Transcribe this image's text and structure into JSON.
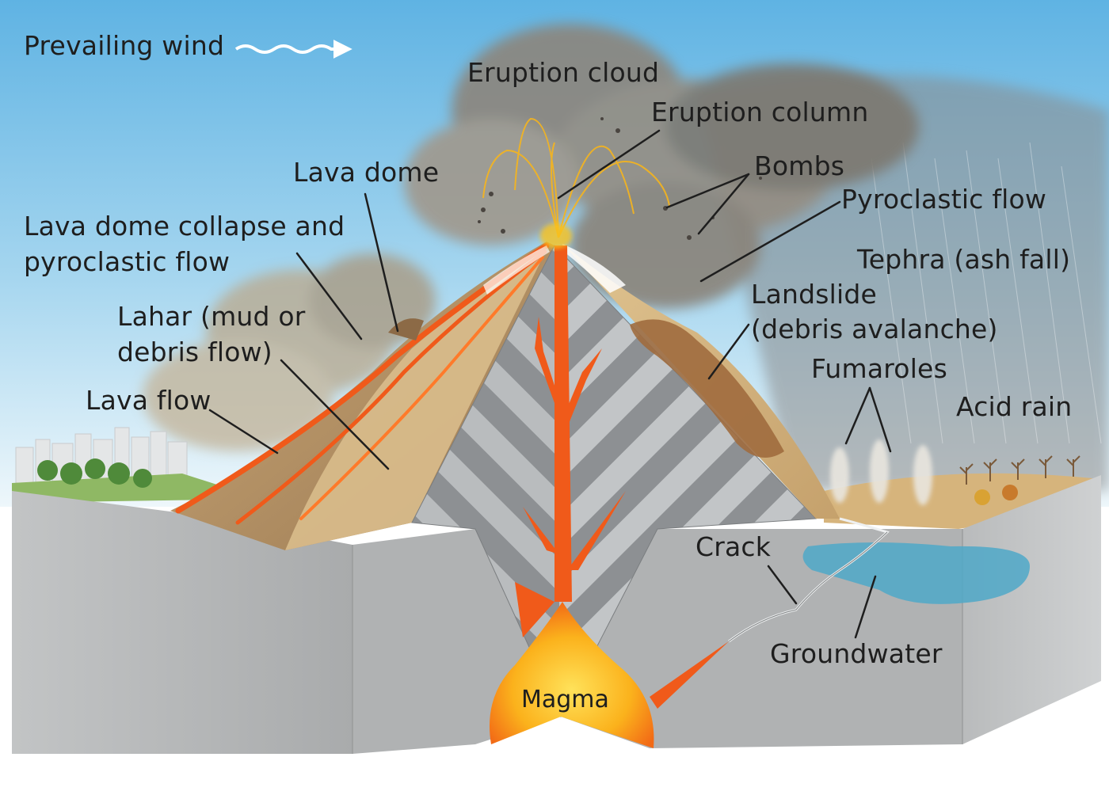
{
  "labels": {
    "prevailing_wind": "Prevailing wind",
    "eruption_cloud": "Eruption cloud",
    "eruption_column": "Eruption column",
    "bombs": "Bombs",
    "pyroclastic_flow": "Pyroclastic flow",
    "tephra": "Tephra (ash fall)",
    "landslide_1": "Landslide",
    "landslide_2": "(debris avalanche)",
    "fumaroles": "Fumaroles",
    "acid_rain": "Acid rain",
    "lava_dome": "Lava dome",
    "lava_dome_collapse_1": "Lava dome collapse and",
    "lava_dome_collapse_2": "pyroclastic flow",
    "lahar_1": "Lahar (mud or",
    "lahar_2": "debris flow)",
    "lava_flow": "Lava flow",
    "crack": "Crack",
    "groundwater": "Groundwater",
    "magma": "Magma"
  },
  "colors": {
    "sky_top": "#6fbbe6",
    "sky_bottom": "#e6f3fa",
    "rock": "#b5b7b8",
    "cone_tan": "#d2b586",
    "lava": "#f05a1a",
    "magma_core": "#f9c21a",
    "groundwater": "#4fa8c8",
    "ash_cloud": "#8f877c"
  }
}
